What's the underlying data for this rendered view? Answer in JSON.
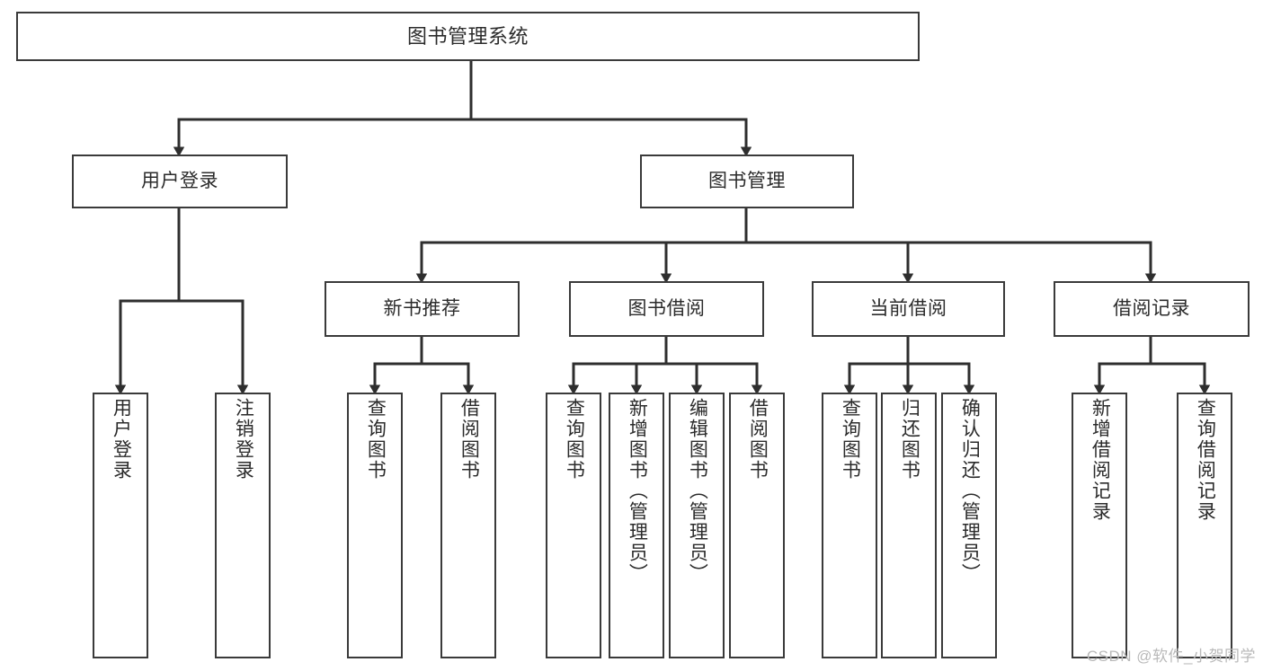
{
  "diagram": {
    "title": "图书管理系统",
    "type": "功能结构图",
    "stroke_color": "#3a3a3a",
    "text_color": "#2b2b2b",
    "background_color": "#ffffff",
    "watermark": "CSDN @软件_小贺同学",
    "nodes": {
      "root": {
        "label": "图书管理系统"
      },
      "level2": [
        {
          "label": "用户登录"
        },
        {
          "label": "图书管理"
        }
      ],
      "level3": [
        {
          "label": "新书推荐"
        },
        {
          "label": "图书借阅"
        },
        {
          "label": "当前借阅"
        },
        {
          "label": "借阅记录"
        }
      ],
      "leaves": {
        "user_login": [
          {
            "label": "用户登录"
          },
          {
            "label": "注销登录"
          }
        ],
        "new_book_recommend": [
          {
            "label": "查询图书"
          },
          {
            "label": "借阅图书"
          }
        ],
        "book_borrow": [
          {
            "label": "查询图书"
          },
          {
            "label": "新增图书（管理员）"
          },
          {
            "label": "编辑图书（管理员）"
          },
          {
            "label": "借阅图书"
          }
        ],
        "current_borrow": [
          {
            "label": "查询图书"
          },
          {
            "label": "归还图书"
          },
          {
            "label": "确认归还（管理员）"
          }
        ],
        "borrow_record": [
          {
            "label": "新增借阅记录"
          },
          {
            "label": "查询借阅记录"
          }
        ]
      }
    }
  }
}
